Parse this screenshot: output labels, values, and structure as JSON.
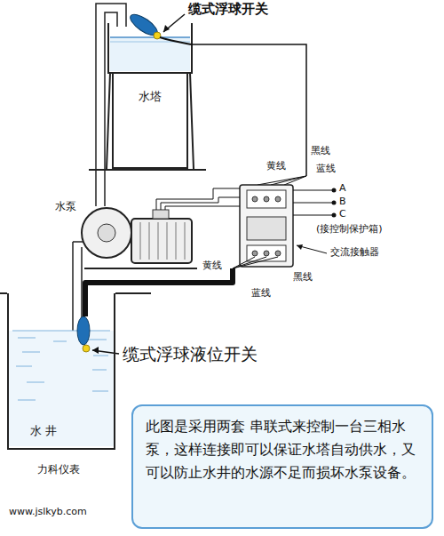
{
  "diagram": {
    "nodes": [
      {
        "text": [
          "水塔"
        ]
      },
      {
        "text": [
          "水 井"
        ]
      },
      {
        "text": [
          "此图是采用两套 串联式来控制一台三相水泵，这样连接即可以保证水塔自动供水，又可以防止水井的水源不足而损坏水泵设备。"
        ]
      }
    ],
    "labels": [
      "缆式浮球开关",
      "水泵",
      "黑线",
      "黄线",
      "蓝线",
      "A",
      "B",
      "C",
      "(接控制保护箱)",
      "黄线",
      "蓝线",
      "黑线",
      "交流接触器",
      "缆式浮球液位开关",
      "力科仪表",
      "www.jslkyb.com"
    ]
  }
}
